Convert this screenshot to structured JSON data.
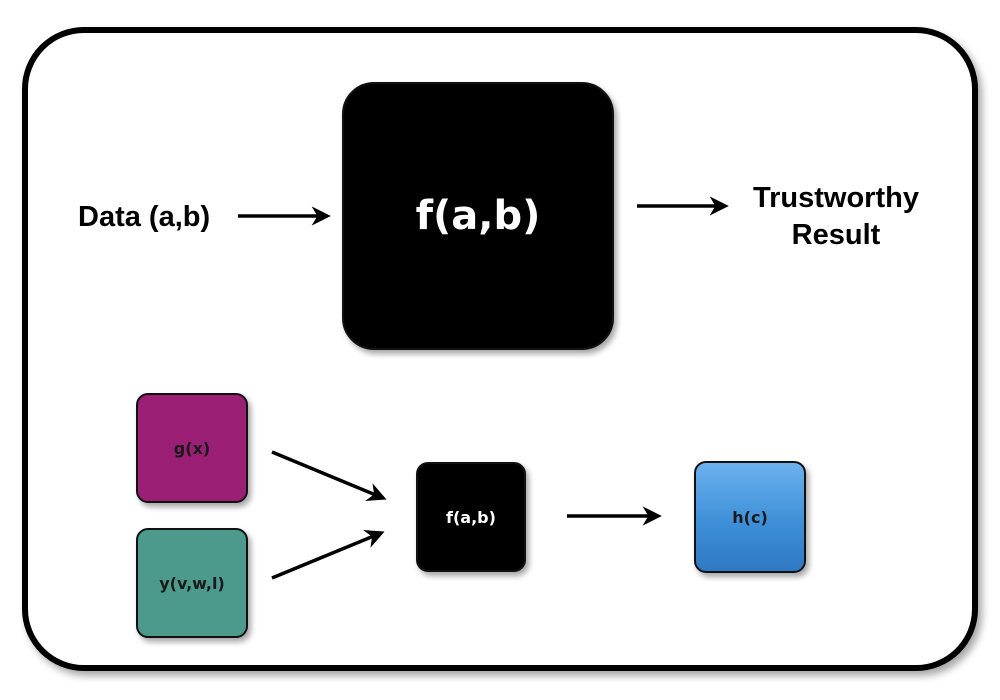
{
  "input_label": "Data (a,b)",
  "main_function": {
    "label": "f(a,b)",
    "fill": "#000000",
    "text_color": "#ffffff"
  },
  "output_label_line1": "Trustworthy",
  "output_label_line2": "Result",
  "nodes": {
    "g": {
      "label": "g(x)",
      "fill": "#9b1f74",
      "text_color": "#1a1a1a"
    },
    "y": {
      "label": "y(v,w,l)",
      "fill": "#4c9a8c",
      "text_color": "#1a1a1a"
    },
    "f": {
      "label": "f(a,b)",
      "fill": "#000000",
      "text_color": "#ffffff"
    },
    "h": {
      "label": "h(c)",
      "fill": "#3e8fd8",
      "text_color": "#1a1a1a"
    }
  },
  "edges": [
    {
      "from": "input_label",
      "to": "main_function"
    },
    {
      "from": "main_function",
      "to": "output_label"
    },
    {
      "from": "g",
      "to": "f"
    },
    {
      "from": "y",
      "to": "f"
    },
    {
      "from": "f",
      "to": "h"
    }
  ]
}
